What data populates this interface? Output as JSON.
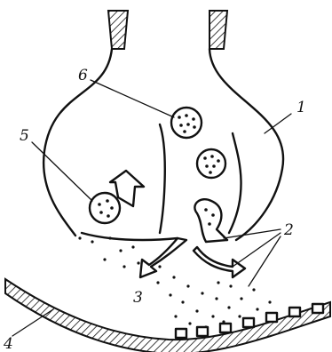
{
  "labels": {
    "n1": "1",
    "n2": "2",
    "n3": "3",
    "n4": "4",
    "n5": "5",
    "n6": "6"
  }
}
